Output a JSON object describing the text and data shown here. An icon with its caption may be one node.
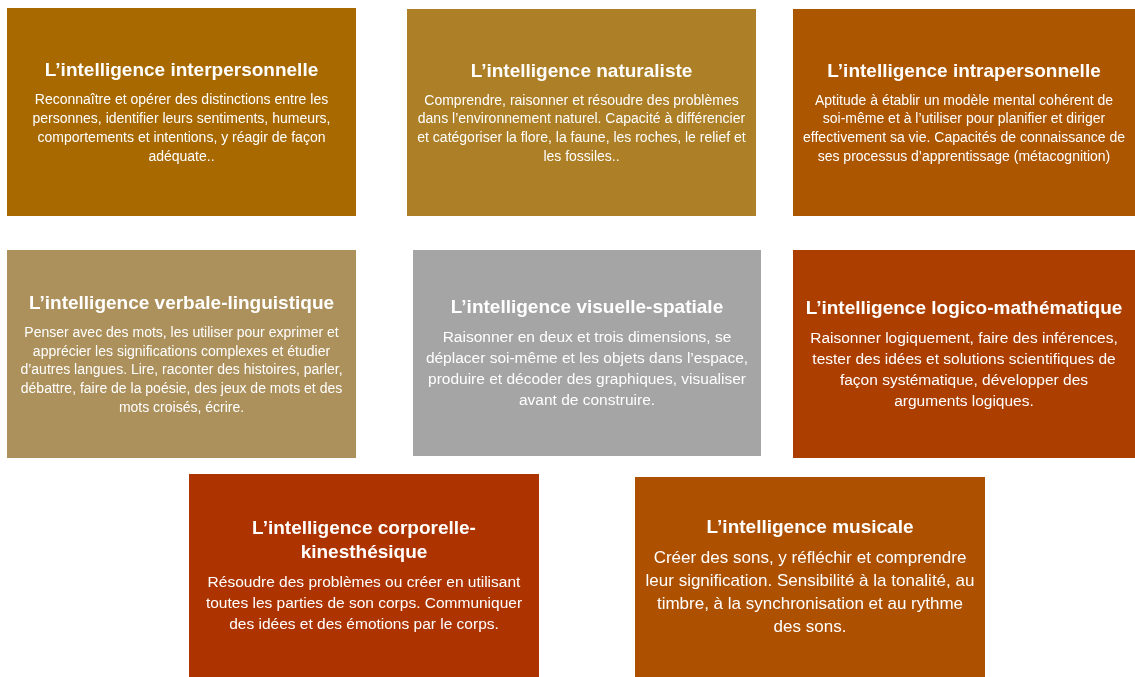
{
  "diagram": {
    "nodes": [
      {
        "text": [
          "L’intelligence interpersonnelle",
          "Reconnaître et opérer des distinctions entre les personnes, identifier leurs sentiments, humeurs, comportements et intentions, y réagir de façon adéquate.."
        ]
      },
      {
        "text": [
          "L’intelligence naturaliste",
          "Comprendre, raisonner et résoudre des problèmes dans l’environnement naturel. Capacité à différencier et catégoriser la flore, la faune, les roches, le relief et les fossiles.."
        ]
      },
      {
        "text": [
          "L’intelligence intrapersonnelle",
          "Aptitude à établir un modèle mental cohérent de soi-même et à l’utiliser pour planifier et diriger effectivement sa vie. Capacités de connaissance de ses processus d’apprentissage (métacognition)"
        ]
      },
      {
        "text": [
          "L’intelligence verbale-linguistique",
          "Penser avec des mots, les utiliser pour exprimer et apprécier les significations complexes et étudier d’autres langues. Lire, raconter des histoires, parler, débattre, faire de la poésie, des jeux de mots et des mots croisés, écrire."
        ]
      },
      {
        "text": [
          "L’intelligence visuelle-spatiale",
          "Raisonner en deux et trois dimensions, se déplacer soi-même et les objets dans l’espace, produire et décoder des graphiques, visualiser avant de construire."
        ]
      },
      {
        "text": [
          "L’intelligence logico-mathématique",
          "Raisonner logiquement, faire des inférences, tester des idées et solutions scientifiques de façon systématique, développer des arguments logiques."
        ]
      },
      {
        "text": [
          "L’intelligence corporelle-kinesthésique",
          "Résoudre des problèmes ou créer en utilisant toutes les parties de son corps.  Communiquer des idées et des émotions par le corps."
        ]
      },
      {
        "text": [
          "L’intelligence musicale",
          "Créer des sons, y réfléchir et comprendre leur signification. Sensibilité à la tonalité, au timbre, à la synchronisation et au rythme des sons."
        ]
      }
    ]
  }
}
